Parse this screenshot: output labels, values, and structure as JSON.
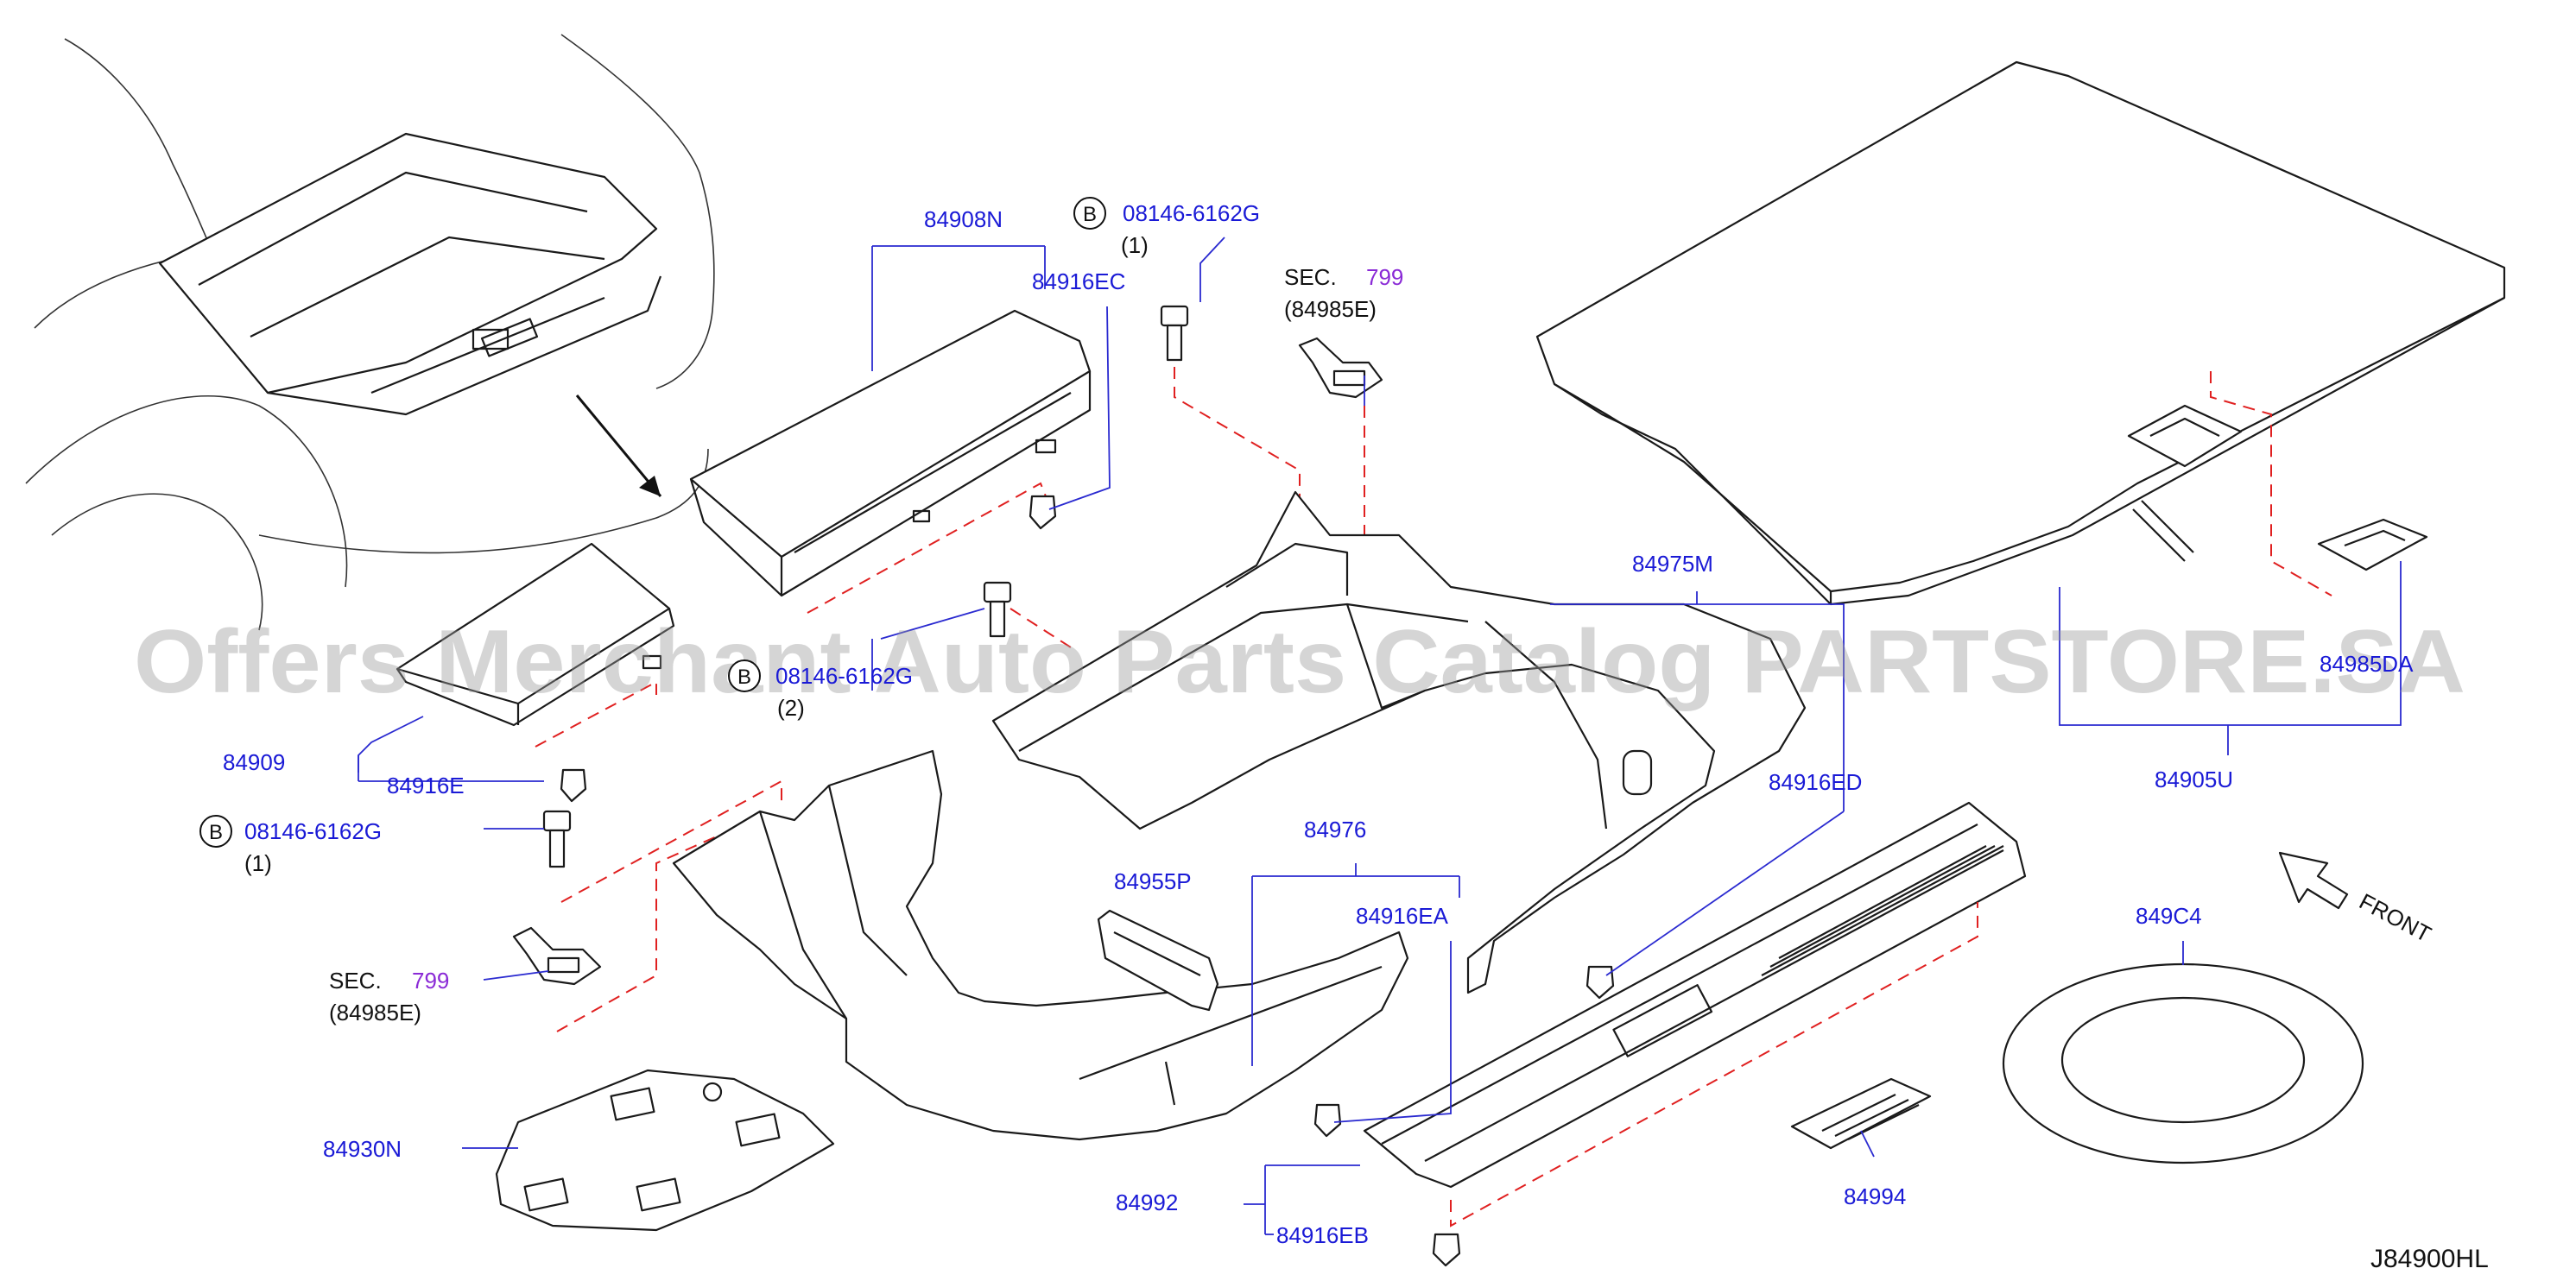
{
  "diagram_code": "J84900HL",
  "watermark": "Offers Merchant Auto Parts Catalog PARTSTORE.SA",
  "direction_label": "FRONT",
  "circle_letter": "B",
  "sec_prefix": "SEC.",
  "labels": {
    "p84908N": "84908N",
    "p84916EC": "84916EC",
    "bolt_top": "08146-6162G",
    "bolt_top_qty": "(1)",
    "sec_top_num": "799",
    "sec_top_ref": "(84985E)",
    "bolt_mid": "08146-6162G",
    "bolt_mid_qty": "(2)",
    "p84909": "84909",
    "p84916E": "84916E",
    "bolt_left": "08146-6162G",
    "bolt_left_qty": "(1)",
    "sec_left_num": "799",
    "sec_left_ref": "(84985E)",
    "p84930N": "84930N",
    "p84975M": "84975M",
    "p84916ED": "84916ED",
    "p84976": "84976",
    "p84955P": "84955P",
    "p84916EA": "84916EA",
    "p84992": "84992",
    "p84916EB": "84916EB",
    "p84994": "84994",
    "p84905U": "84905U",
    "p84985DA": "84985DA",
    "p849C4": "849C4"
  }
}
